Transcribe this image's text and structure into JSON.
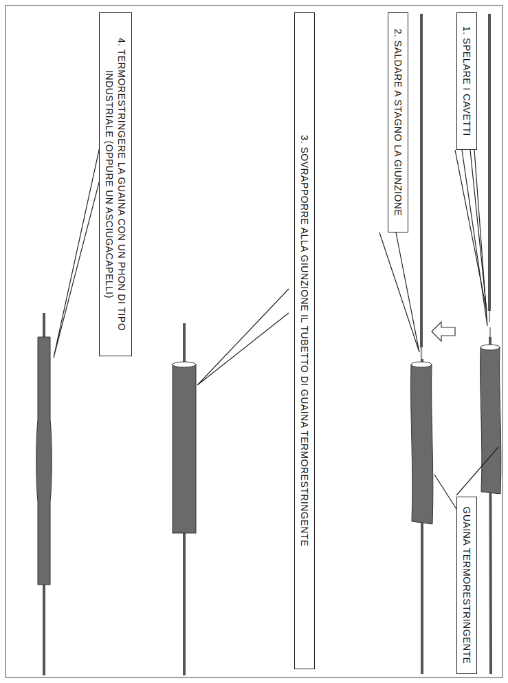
{
  "diagram": {
    "nodes": [
      {
        "text": [
          "1. SPELARE I CAVETTI"
        ]
      },
      {
        "text": [
          "GUAINA TERMORESTRINGENTE"
        ]
      },
      {
        "text": [
          "2. SALDARE A STAGNO LA GIUNZIONE"
        ]
      },
      {
        "text": [
          "3. SOVRAPPORRE ALLA GIUNZIONE IL TUBETTO DI GUAINA TERMORESTRINGENTE"
        ]
      },
      {
        "text": [
          "4. TERMORESTRINGERE LA GUAINA CON UN PHON DI TIPO INDUSTRIALE (OPPURE UN ASCIUGACAPELLI)"
        ]
      }
    ],
    "edges": []
  }
}
